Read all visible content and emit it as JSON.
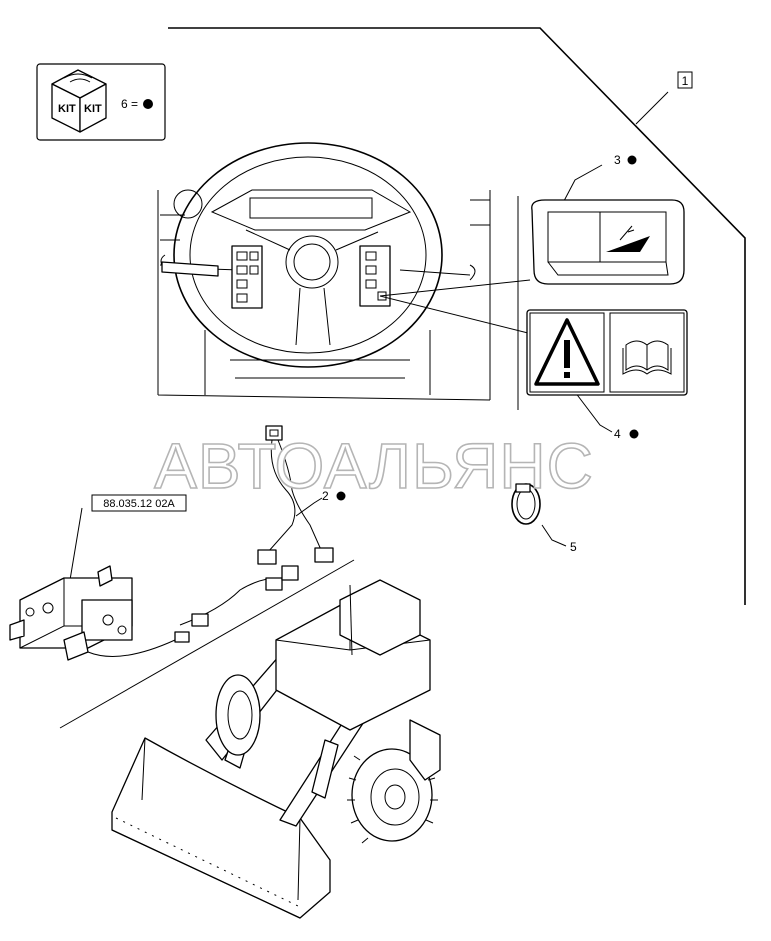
{
  "kit": {
    "label_1": "KIT",
    "label_2": "KIT",
    "callout": "6 ="
  },
  "callouts": {
    "c1": "1",
    "c2": "2",
    "c3": "3",
    "c4": "4",
    "c5": "5"
  },
  "reference": "88.035.12 02A",
  "watermark": "АВТОАЛЬЯНС",
  "colors": {
    "line": "#000000",
    "watermark_stroke": "#b5b5b5",
    "background": "#ffffff"
  },
  "icons": [
    "kit-box-icon",
    "warning-triangle-icon",
    "manual-book-icon",
    "loader-lever-icon"
  ]
}
